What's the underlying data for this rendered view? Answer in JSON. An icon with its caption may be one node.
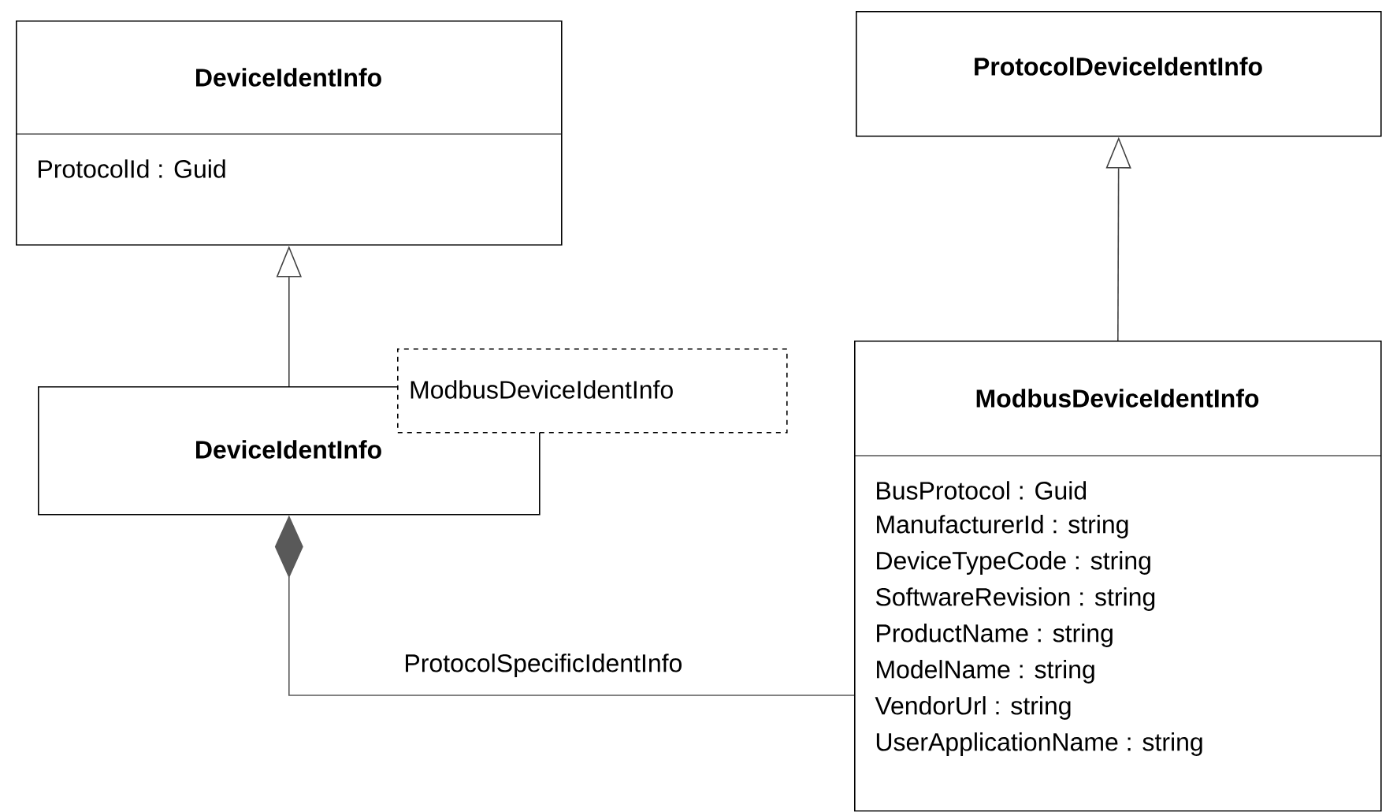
{
  "diagram": {
    "nodes": [
      {
        "text": [
          "DeviceIdentInfo",
          "ProtocolId : Guid"
        ]
      },
      {
        "text": [
          "DeviceIdentInfo"
        ]
      },
      {
        "text": [
          "ModbusDeviceIdentInfo"
        ]
      },
      {
        "text": [
          "ProtocolDeviceIdentInfo"
        ]
      },
      {
        "text": [
          "ModbusDeviceIdentInfo",
          "BusProtocol : Guid",
          "ManufacturerId : string",
          "DeviceTypeCode : string",
          "SoftwareRevision : string",
          "ProductName : string",
          "ModelName : string",
          "VendorUrl : string",
          "UserApplicationName : string"
        ]
      }
    ],
    "edges": [
      {
        "from": 1,
        "to": 0,
        "arrow": "to"
      },
      {
        "from": 4,
        "to": 3,
        "arrow": "to"
      },
      {
        "from": 1,
        "to": 4,
        "arrow": "other",
        "label": "ProtocolSpecificIdentInfo"
      }
    ]
  }
}
